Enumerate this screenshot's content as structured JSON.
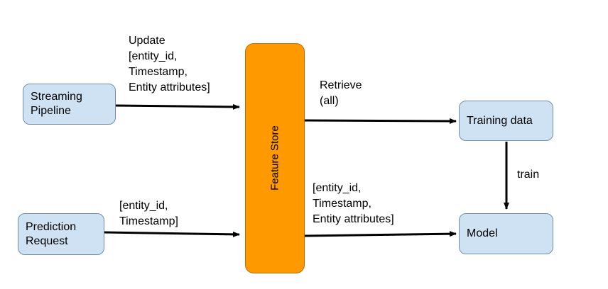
{
  "diagram": {
    "nodes": {
      "streaming_pipeline": "Streaming\nPipeline",
      "prediction_request": "Prediction\nRequest",
      "feature_store": "Feature Store",
      "training_data": "Training data",
      "model": "Model"
    },
    "edges": {
      "update": "Update\n[entity_id,\nTimestamp,\nEntity attributes]",
      "request_keys": "[entity_id,\nTimestamp]",
      "retrieve": "Retrieve\n(all)",
      "serve_features": "[entity_id,\nTimestamp,\nEntity attributes]",
      "train": "train"
    },
    "colors": {
      "box_fill": "#cfe2f3",
      "box_border": "#6f8fae",
      "store_fill": "#ff9900",
      "arrow": "#000000"
    }
  }
}
